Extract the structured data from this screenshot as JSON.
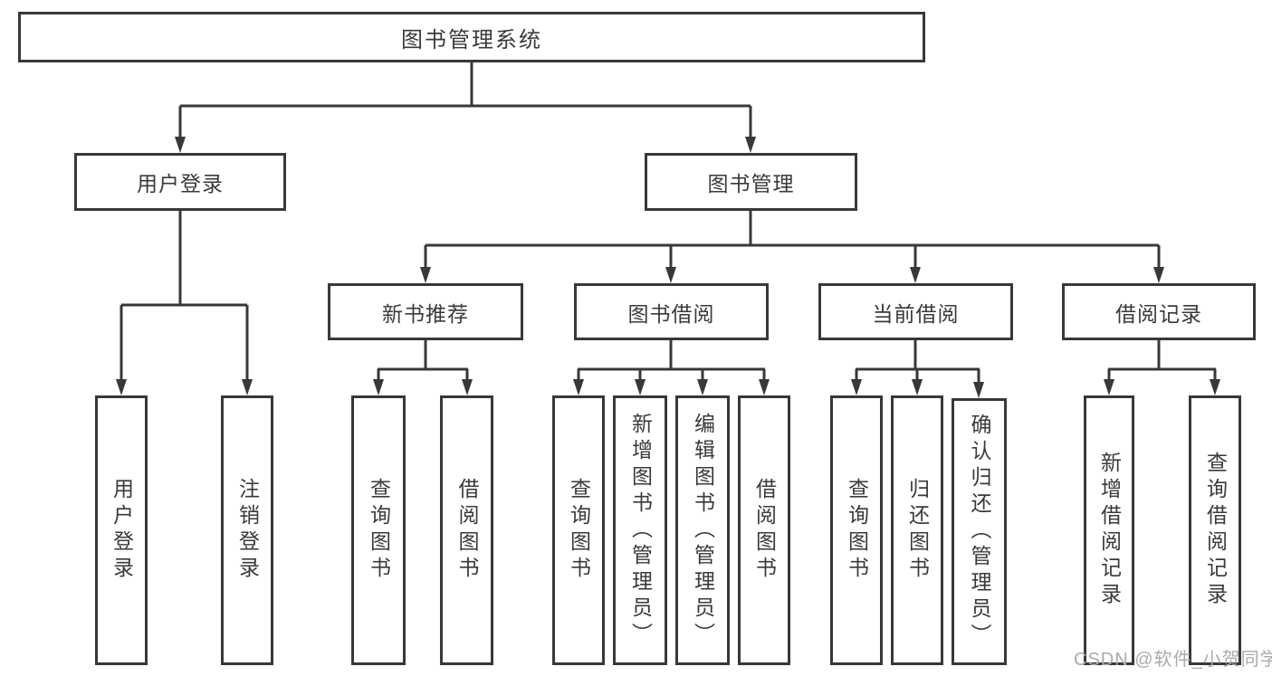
{
  "diagram_title": "图书管理系统",
  "colors": {
    "background": "#ffffff",
    "line": "#383838",
    "text": "#3a3a3a",
    "watermark": "#ababab"
  },
  "nodes": {
    "root": "图书管理系统",
    "user_login": "用户登录",
    "book_mgmt": "图书管理",
    "new_book_rec": "新书推荐",
    "book_borrow": "图书借阅",
    "current_borrow": "当前借阅",
    "borrow_record": "借阅记录",
    "leaf_user_login": "用户登录",
    "leaf_logout": "注销登录",
    "rec_query_book": "查询图书",
    "rec_borrow_book": "借阅图书",
    "bb_query_book": "查询图书",
    "bb_add_book": "新增图书（管理员）",
    "bb_edit_book": "编辑图书（管理员）",
    "bb_borrow_book": "借阅图书",
    "cb_query_book": "查询图书",
    "cb_return_book": "归还图书",
    "cb_confirm_return": "确认归还（管理员）",
    "br_add_record": "新增借阅记录",
    "br_query_record": "查询借阅记录"
  },
  "hierarchy": {
    "图书管理系统": [
      "用户登录",
      "图书管理"
    ],
    "用户登录": [
      "用户登录",
      "注销登录"
    ],
    "图书管理": [
      "新书推荐",
      "图书借阅",
      "当前借阅",
      "借阅记录"
    ],
    "新书推荐": [
      "查询图书",
      "借阅图书"
    ],
    "图书借阅": [
      "查询图书",
      "新增图书（管理员）",
      "编辑图书（管理员）",
      "借阅图书"
    ],
    "当前借阅": [
      "查询图书",
      "归还图书",
      "确认归还（管理员）"
    ],
    "借阅记录": [
      "新增借阅记录",
      "查询借阅记录"
    ]
  },
  "watermark": "CSDN @软件_小贺同学"
}
